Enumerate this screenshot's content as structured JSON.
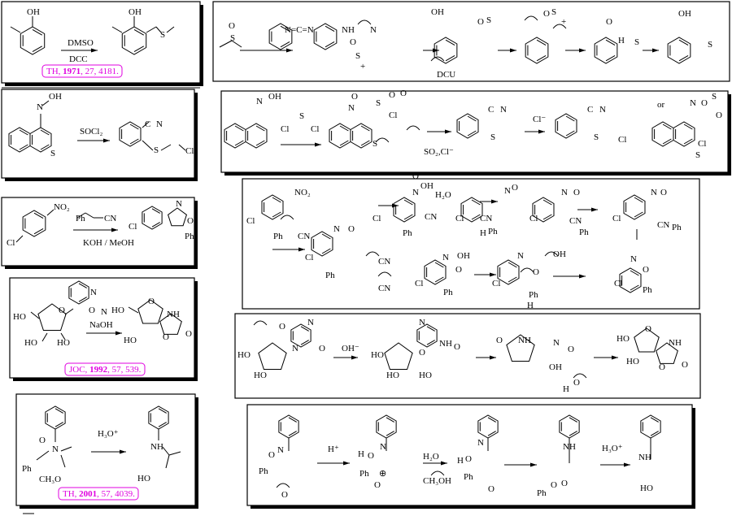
{
  "colors": {
    "line": "#000000",
    "citation": "#e000e0",
    "background": "#ffffff"
  },
  "left": [
    {
      "id": "dmso-oxidation",
      "labels": [
        "OH",
        "OH",
        "S",
        "DMSO",
        "DCC"
      ],
      "citation": {
        "journal": "TH,",
        "year": "1971",
        "rest": ", 27, 4181."
      }
    },
    {
      "id": "oxime-sulfide",
      "labels": [
        "N",
        "OH",
        "S",
        "SOCl₂",
        "C",
        "N",
        "S",
        "Cl"
      ]
    },
    {
      "id": "benzisoxazole",
      "labels": [
        "NO₂",
        "Ph",
        "CN",
        "KOH / MeOH",
        "Cl",
        "N",
        "O",
        "Cl",
        "Ph"
      ]
    },
    {
      "id": "nucleoside-carbamate",
      "labels": [
        "N",
        "O",
        "HO",
        "O",
        "N",
        "HO",
        "HO",
        "NaOH",
        "HO",
        "O",
        "NH",
        "HO",
        "O",
        "O"
      ],
      "citation": {
        "journal": "JOC,",
        "year": "1992",
        "rest": ", 57, 539."
      }
    },
    {
      "id": "amide-hydrolysis",
      "labels": [
        "O",
        "N",
        "Ph",
        "CH₃O",
        "H₃O⁺",
        "NH",
        "HO"
      ],
      "citation": {
        "journal": "TH,",
        "year": "2001",
        "rest": ", 57, 4039."
      }
    }
  ],
  "right": [
    {
      "id": "mechanism-1",
      "labels": [
        "O",
        "S",
        "N=C=N",
        "NH",
        "N",
        "O",
        "S",
        "+",
        "OH",
        "O",
        "S",
        "DCU",
        "O",
        "S",
        "+",
        "O",
        "H",
        "S",
        "OH",
        "S"
      ]
    },
    {
      "id": "mechanism-2",
      "labels": [
        "N",
        "OH",
        "Cl",
        "S",
        "Cl",
        "O",
        "N",
        "O",
        "S",
        "O",
        "Cl",
        "S",
        "SO₂,Cl⁻",
        "C",
        "N",
        "S",
        "Cl⁻",
        "C",
        "N",
        "S",
        "Cl",
        "or",
        "N",
        "O",
        "S",
        "O",
        "Cl",
        "S"
      ]
    },
    {
      "id": "mechanism-3",
      "labels": [
        "NO₂",
        "Cl",
        "Ph",
        "CN",
        "N",
        "O",
        "Cl",
        "CN",
        "Ph",
        "CN",
        "OH",
        "N",
        "O",
        "Cl",
        "Ph",
        "CN",
        "H₂O",
        "N",
        "O",
        "Cl",
        "CN",
        "Ph",
        "H",
        "N",
        "O",
        "Cl",
        "CN",
        "Ph",
        "N",
        "O",
        "Cl",
        "CN",
        "Ph",
        "N",
        "OH",
        "Cl",
        "O",
        "Ph",
        "N",
        "OH",
        "Cl",
        "O",
        "Ph",
        "H",
        "N",
        "O",
        "Cl",
        "Ph"
      ]
    },
    {
      "id": "mechanism-4",
      "labels": [
        "O",
        "N",
        "O",
        "N",
        "HO",
        "HO",
        "OH⁻",
        "N",
        "O",
        "NH",
        "O",
        "HO",
        "HO",
        "HO",
        "O",
        "NH",
        "N",
        "O",
        "OH",
        "O",
        "H",
        "HO",
        "O",
        "NH",
        "HO",
        "O",
        "O"
      ]
    },
    {
      "id": "mechanism-5",
      "labels": [
        "N",
        "O",
        "Ph",
        "O",
        "H⁺",
        "N",
        "H",
        "O",
        "Ph",
        "O",
        "⊕",
        "H₂O",
        "CH₃OH",
        "N",
        "H",
        "O",
        "Ph",
        "O",
        "NH",
        "Ph",
        "O",
        "O",
        "H₃O⁺",
        "NH",
        "HO"
      ]
    }
  ]
}
